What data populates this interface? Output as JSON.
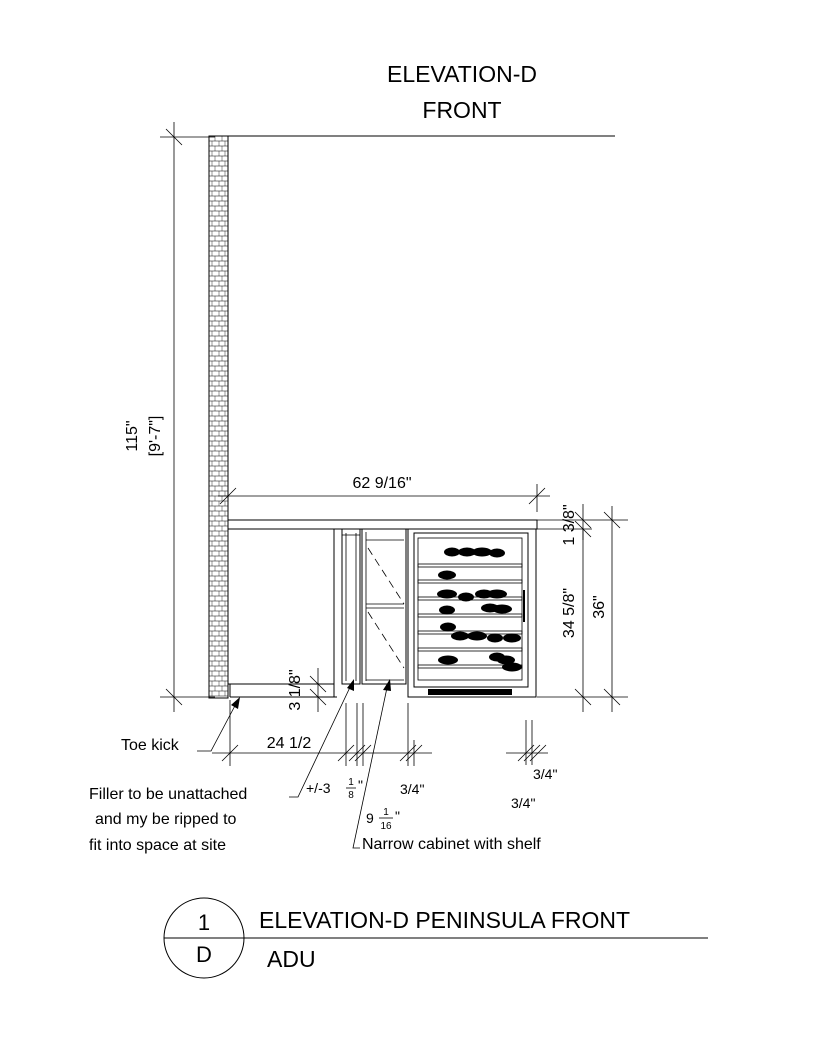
{
  "header": {
    "title_line1": "ELEVATION-D",
    "title_line2": "FRONT"
  },
  "dimensions": {
    "overall_height": "115\"",
    "overall_height_ft": "[9'-7\"]",
    "counter_width": "62 9/16\"",
    "countertop_thickness": "1 3/8\"",
    "cabinet_box_height": "34 5/8\"",
    "total_height": "36\"",
    "toe_kick_height": "3 1/8\"",
    "left_cabinet_width": "24 1/2",
    "filler_width_prefix": "+/-3",
    "filler_frac_num": "1",
    "filler_frac_den": "8",
    "filler_inch_mark": "\"",
    "narrow_cab_whole": "9",
    "narrow_cab_frac_num": "1",
    "narrow_cab_frac_den": "16",
    "narrow_cab_inch_mark": "\"",
    "panel_a": "3/4\"",
    "panel_b": "3/4\"",
    "panel_c": "3/4\""
  },
  "notes": {
    "toe_kick": "Toe kick",
    "filler_line1": "Filler to be unattached",
    "filler_line2": "and my be ripped to",
    "filler_line3": "fit into space at site",
    "narrow_cabinet": "Narrow cabinet with shelf"
  },
  "title_block": {
    "detail_number": "1",
    "sheet_ref": "D",
    "title": "ELEVATION-D PENINSULA FRONT",
    "subtitle": "ADU"
  }
}
